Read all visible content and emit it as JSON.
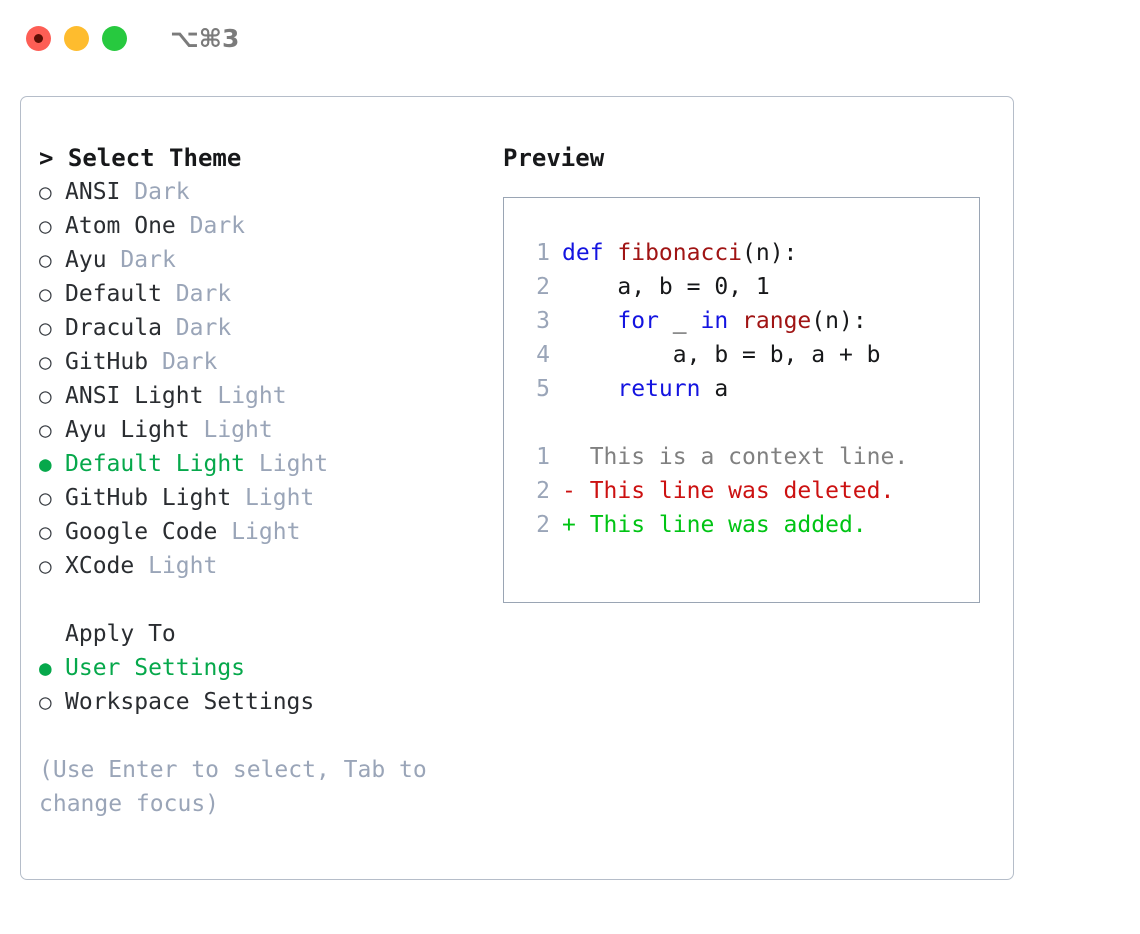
{
  "window": {
    "shortcut": "⌥⌘3",
    "traffic_lights": [
      {
        "name": "close",
        "color": "#fd5e55"
      },
      {
        "name": "minimize",
        "color": "#febc2e"
      },
      {
        "name": "maximize",
        "color": "#27c93f"
      }
    ]
  },
  "theme_list": {
    "header": "> Select Theme",
    "items": [
      {
        "marker": "○",
        "name": "ANSI",
        "suffix": "Dark",
        "selected": false
      },
      {
        "marker": "○",
        "name": "Atom One",
        "suffix": "Dark",
        "selected": false
      },
      {
        "marker": "○",
        "name": "Ayu",
        "suffix": "Dark",
        "selected": false
      },
      {
        "marker": "○",
        "name": "Default",
        "suffix": "Dark",
        "selected": false
      },
      {
        "marker": "○",
        "name": "Dracula",
        "suffix": "Dark",
        "selected": false
      },
      {
        "marker": "○",
        "name": "GitHub",
        "suffix": "Dark",
        "selected": false
      },
      {
        "marker": "○",
        "name": "ANSI Light",
        "suffix": "Light",
        "selected": false
      },
      {
        "marker": "○",
        "name": "Ayu Light",
        "suffix": "Light",
        "selected": false
      },
      {
        "marker": "●",
        "name": "Default Light",
        "suffix": "Light",
        "selected": true
      },
      {
        "marker": "○",
        "name": "GitHub Light",
        "suffix": "Light",
        "selected": false
      },
      {
        "marker": "○",
        "name": "Google Code",
        "suffix": "Light",
        "selected": false
      },
      {
        "marker": "○",
        "name": "XCode",
        "suffix": "Light",
        "selected": false
      }
    ]
  },
  "apply_to": {
    "header": "Apply To",
    "items": [
      {
        "marker": "●",
        "name": "User Settings",
        "selected": true
      },
      {
        "marker": "○",
        "name": "Workspace Settings",
        "selected": false
      }
    ]
  },
  "hint": "(Use Enter to select, Tab to change focus)",
  "preview": {
    "title": "Preview",
    "code_lines": [
      {
        "no": "1",
        "tokens": [
          {
            "t": "def ",
            "c": "kw"
          },
          {
            "t": "fibonacci",
            "c": "fn"
          },
          {
            "t": "(n):",
            "c": "pl"
          }
        ]
      },
      {
        "no": "2",
        "tokens": [
          {
            "t": "    a, b = 0, 1",
            "c": "pl"
          }
        ]
      },
      {
        "no": "3",
        "tokens": [
          {
            "t": "    ",
            "c": "pl"
          },
          {
            "t": "for",
            "c": "kw"
          },
          {
            "t": " _ ",
            "c": "pl"
          },
          {
            "t": "in ",
            "c": "kw"
          },
          {
            "t": "range",
            "c": "fn"
          },
          {
            "t": "(n):",
            "c": "pl"
          }
        ]
      },
      {
        "no": "4",
        "tokens": [
          {
            "t": "        a, b = b, a + b",
            "c": "pl"
          }
        ]
      },
      {
        "no": "5",
        "tokens": [
          {
            "t": "    ",
            "c": "pl"
          },
          {
            "t": "return",
            "c": "kw"
          },
          {
            "t": " a",
            "c": "pl"
          }
        ]
      }
    ],
    "diff_lines": [
      {
        "no": "1",
        "text": "  This is a context line.",
        "kind": "ctx"
      },
      {
        "no": "2",
        "text": "- This line was deleted.",
        "kind": "del"
      },
      {
        "no": "2",
        "text": "+ This line was added.",
        "kind": "add"
      }
    ]
  },
  "colors": {
    "accent_green": "#06a84b",
    "keyword_blue": "#1414e0",
    "function_red": "#a01414",
    "diff_delete": "#cc1111",
    "diff_add": "#00c414",
    "muted_gray": "#9aa5b8",
    "border": "#b5bdc9"
  }
}
